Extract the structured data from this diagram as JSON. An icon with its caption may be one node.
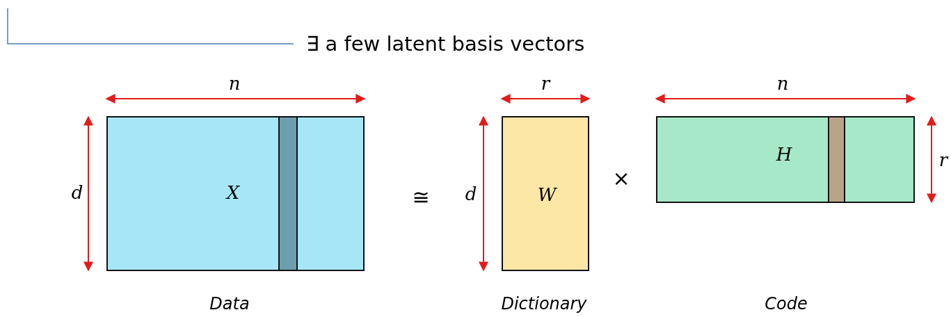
{
  "diagram": {
    "title": "∃ a few latent basis vectors",
    "nodes": [
      {
        "text": [
          "X"
        ]
      },
      {
        "text": [],
        "shape": "bar",
        "in": 0
      },
      {
        "text": [
          "W"
        ]
      },
      {
        "text": [
          "H"
        ]
      },
      {
        "text": [],
        "shape": "bar",
        "in": 3
      }
    ],
    "labels": [
      "n",
      "r",
      "n",
      "d",
      "≅",
      "d",
      "×",
      "r",
      "Data",
      "Dictionary",
      "Code"
    ]
  }
}
